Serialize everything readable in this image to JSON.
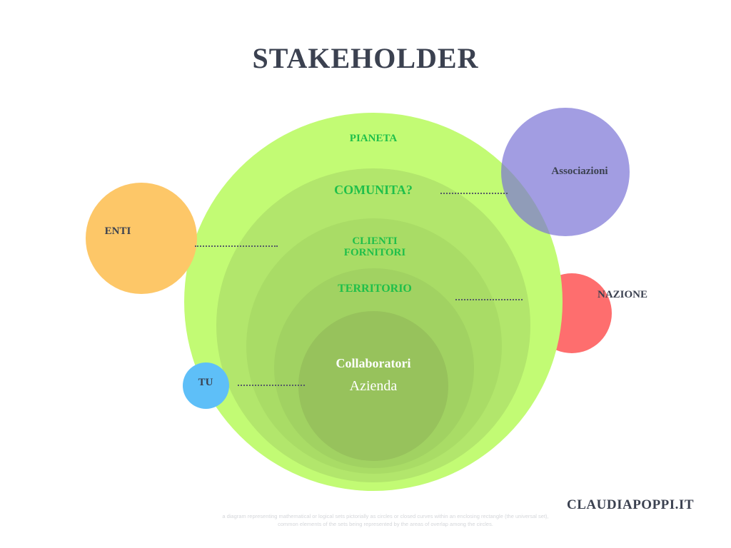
{
  "title": "STAKEHOLDER",
  "brand": "CLAUDIAPOPPI.IT",
  "caption": "a diagram representing mathematical or logical sets pictorially as circles or closed curves within an enclosing rectangle (the universal set), common elements of the sets being represented by the areas of overlap among the circles.",
  "rings": {
    "pianeta": "PIANETA",
    "comunita": "COMUNITA?",
    "clienti": "CLIENTI",
    "fornitori": "FORNITORI",
    "territorio": "TERRITORIO",
    "collaboratori": "Collaboratori",
    "azienda": "Azienda"
  },
  "external": {
    "associazioni": "Associazioni",
    "enti": "ENTI",
    "nazione": "NAZIONE",
    "tu": "TU"
  },
  "colors": {
    "pianeta": "#c2fb74",
    "comunita": "#b2e66c",
    "clienti": "#a9dc66",
    "territorio": "#a1d262",
    "azienda": "#97c25c",
    "associazioni": "#9e9ae0",
    "enti": "#fdc768",
    "nazione": "#fe6e6e",
    "tu": "#5ebff8",
    "green_text": "#1fbf4a"
  }
}
